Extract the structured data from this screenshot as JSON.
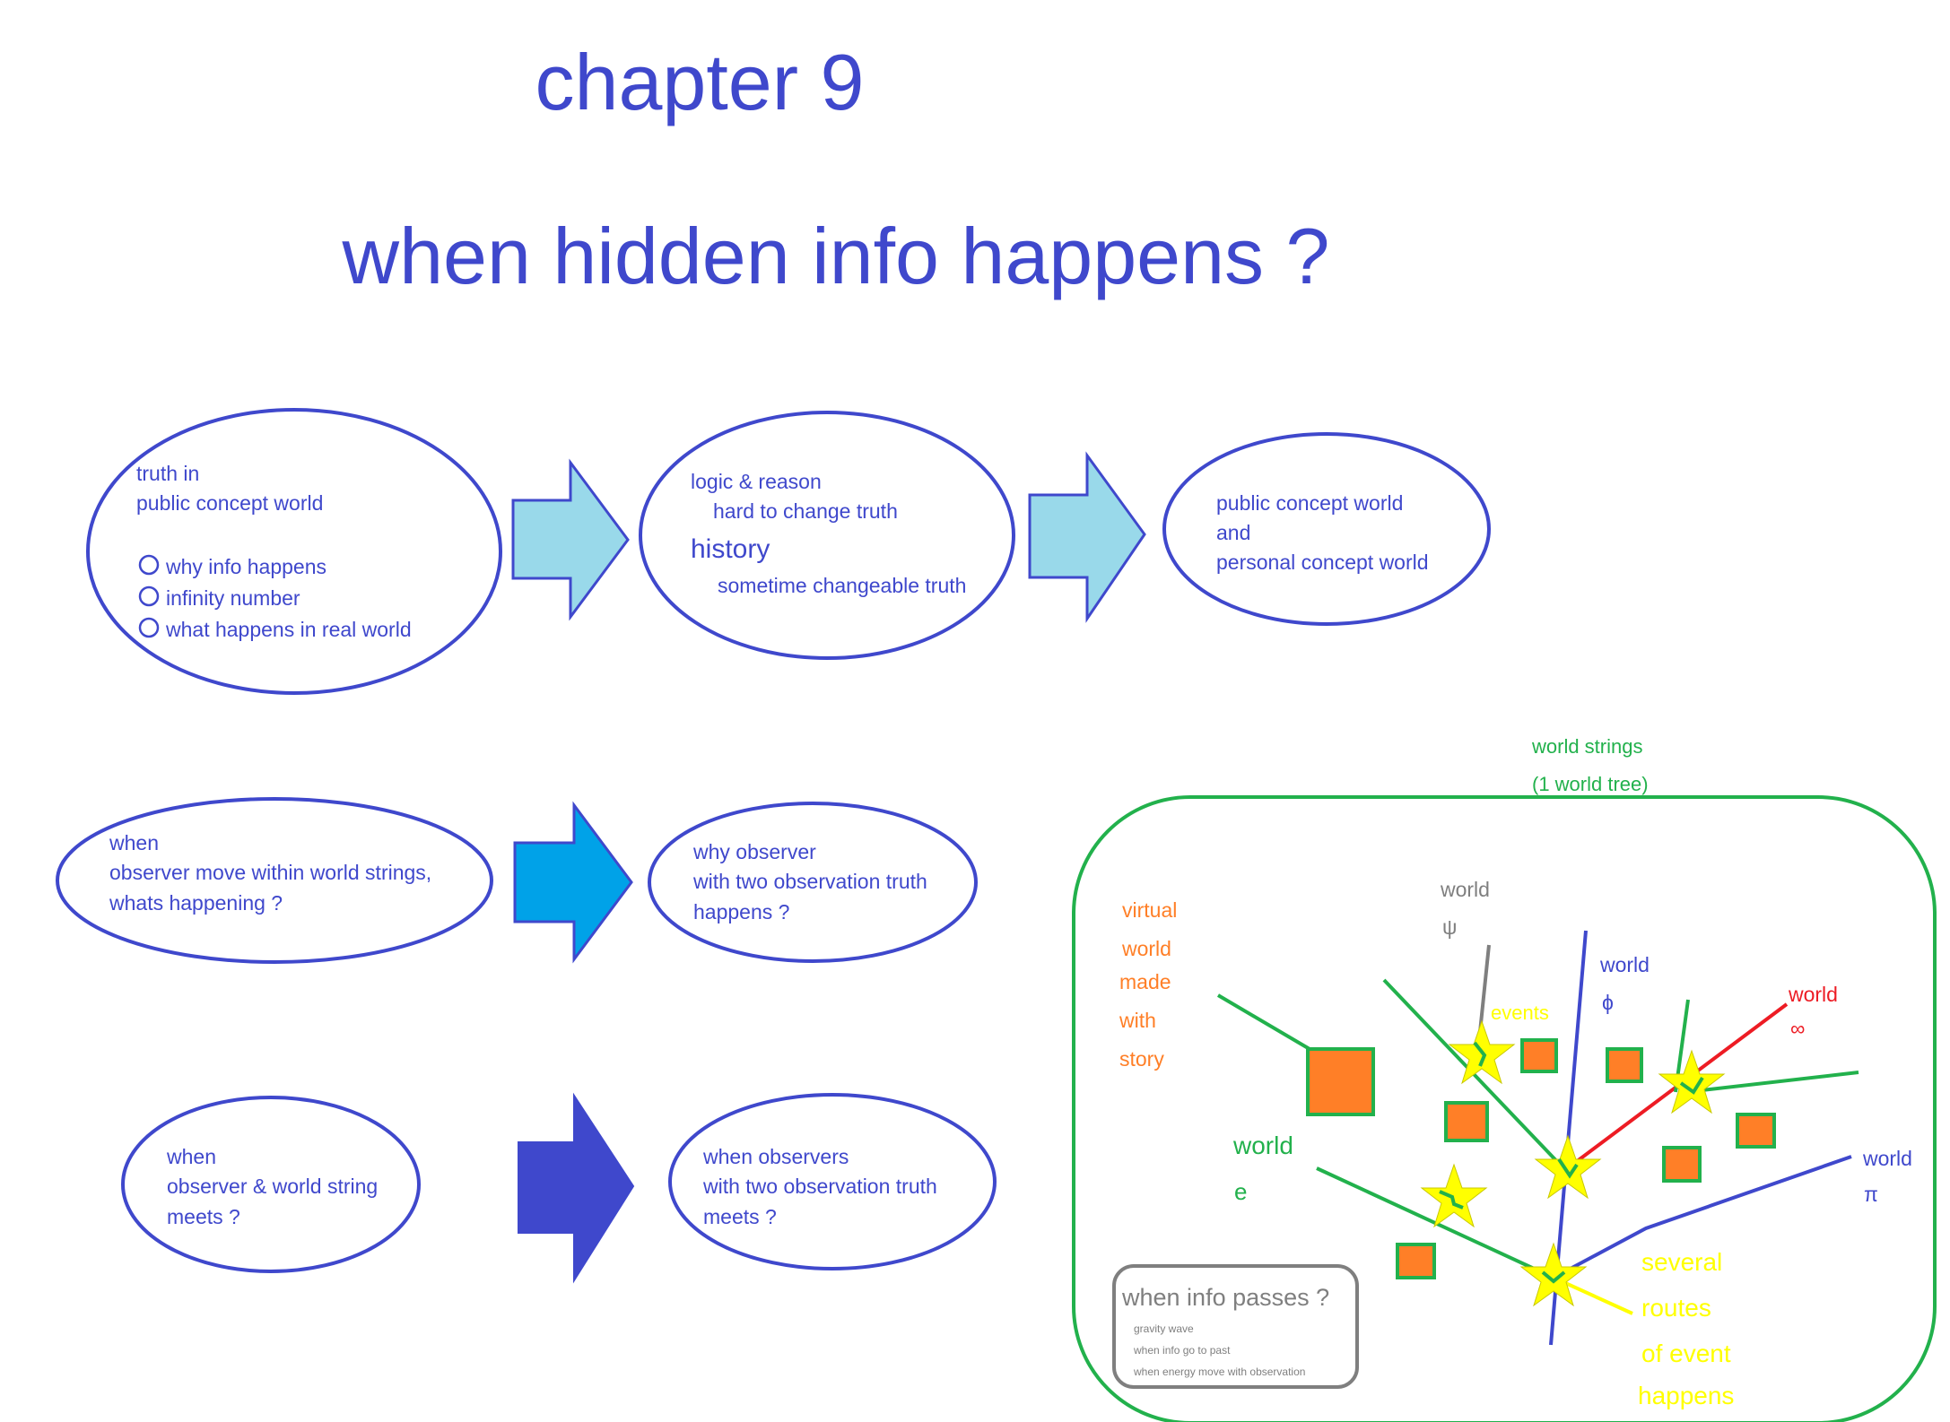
{
  "heading": {
    "chapter": "chapter 9",
    "title": "when hidden info happens ?"
  },
  "colors": {
    "heading": "#3f48cc",
    "outline": "#3f48cc",
    "light_arrow": "#99d9ea",
    "mid_arrow": "#00a2e8",
    "dark_arrow": "#3f48cc",
    "green": "#22b14c",
    "orange": "#ff7f27",
    "yellow": "#ffff00",
    "red": "#ed1c24",
    "gray": "#7f7f7f"
  },
  "row1": {
    "e1": {
      "lines": [
        "truth in",
        "public concept world"
      ],
      "items": [
        "why info happens",
        "infinity number",
        "what happens in real world"
      ]
    },
    "e2": {
      "line1": "logic & reason",
      "line2": "hard to change truth",
      "line3": "history",
      "line4": "sometime changeable truth"
    },
    "e3": {
      "lines": [
        "public concept world",
        "and",
        "personal concept world"
      ]
    }
  },
  "row2": {
    "e1": {
      "lines": [
        "when",
        "observer move within world strings,",
        "whats happening ?"
      ]
    },
    "e2": {
      "lines": [
        "why observer",
        "with two observation truth",
        "happens ?"
      ]
    }
  },
  "row3": {
    "e1": {
      "lines": [
        "when",
        "observer & world string",
        "meets ?"
      ]
    },
    "e2": {
      "lines": [
        "when observers",
        "with two observation truth",
        "meets ?"
      ]
    }
  },
  "tree": {
    "title_line1": "world strings",
    "title_line2": "(1 world tree)",
    "virtual_lines": [
      "virtual",
      "world",
      "made",
      "with",
      "story"
    ],
    "world_psi": [
      "world",
      "ψ"
    ],
    "world_phi": [
      "world",
      "ϕ"
    ],
    "world_inf": [
      "world",
      "∞"
    ],
    "world_e": [
      "world",
      "e"
    ],
    "world_pi": [
      "world",
      "π"
    ],
    "events": "events",
    "routes_lines": [
      "several",
      "routes",
      "of event",
      "happens"
    ],
    "info_box": {
      "title": "when info passes ?",
      "items": [
        "gravity wave",
        "when info go to past",
        "when energy move with observation"
      ]
    }
  }
}
